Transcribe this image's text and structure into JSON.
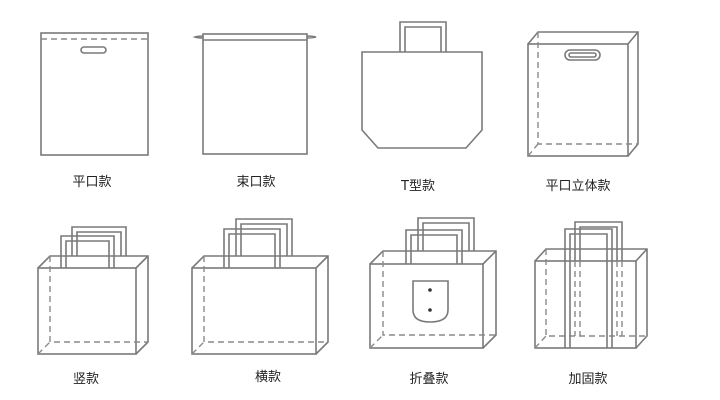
{
  "title": "Bag styles",
  "bags": [
    {
      "id": "flat",
      "label": "平口款"
    },
    {
      "id": "drawstring",
      "label": "束口款"
    },
    {
      "id": "t-shape",
      "label": "T型款"
    },
    {
      "id": "flat-3d",
      "label": "平口立体款"
    },
    {
      "id": "vertical",
      "label": "竖款"
    },
    {
      "id": "horizontal",
      "label": "横款"
    },
    {
      "id": "folding",
      "label": "折叠款"
    },
    {
      "id": "reinforced",
      "label": "加固款"
    }
  ],
  "colors": {
    "line": "#7a7a7a",
    "text": "#222222"
  }
}
